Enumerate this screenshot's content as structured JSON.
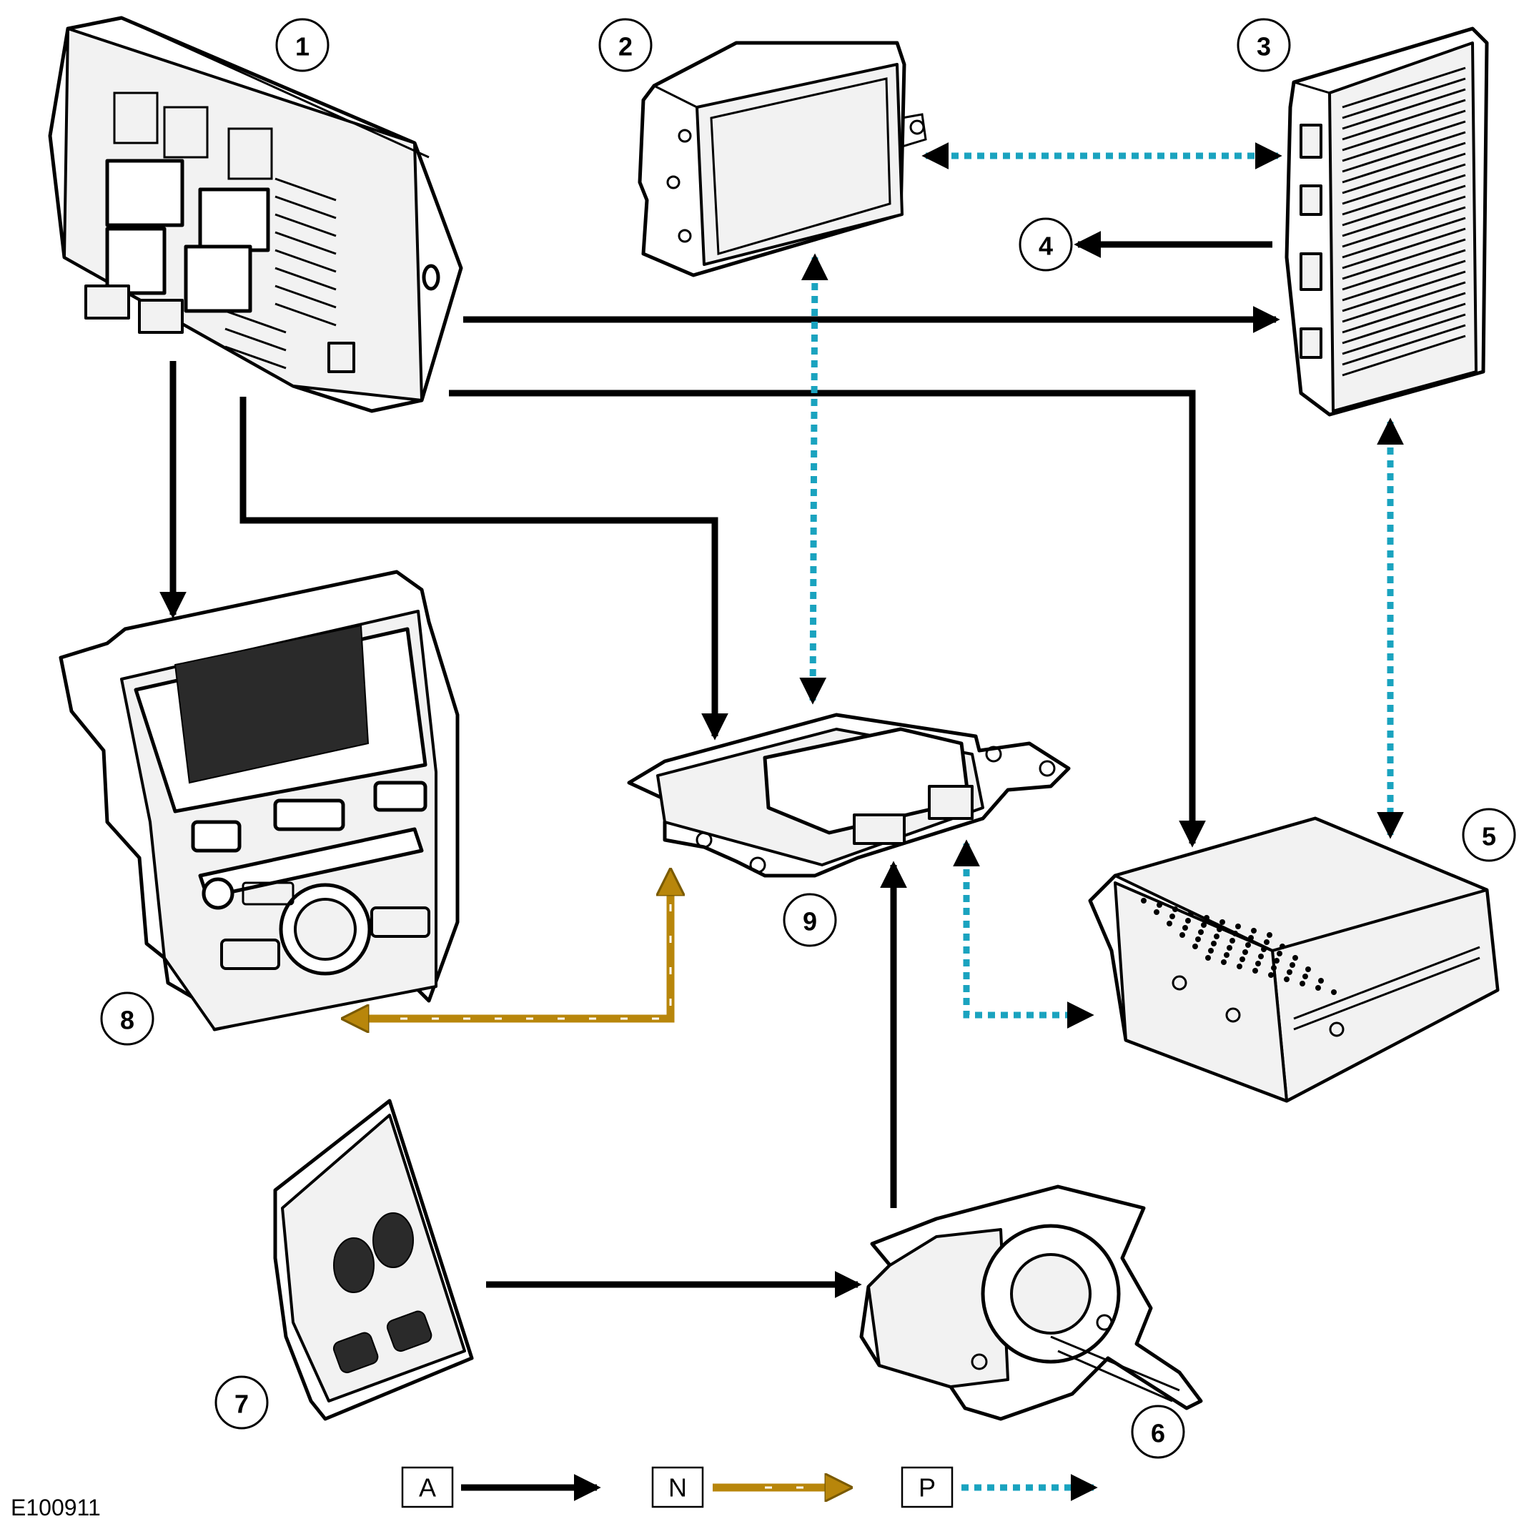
{
  "figure": {
    "id": "E100911"
  },
  "callouts": [
    "1",
    "2",
    "3",
    "4",
    "5",
    "6",
    "7",
    "8",
    "9"
  ],
  "key": [
    {
      "label": "A",
      "style": "solid-black"
    },
    {
      "label": "N",
      "style": "gold-dashed"
    },
    {
      "label": "P",
      "style": "cyan-dotted"
    }
  ],
  "colors": {
    "solid": "#000000",
    "gold": "#b8860b",
    "cyan": "#1aa3bf"
  }
}
